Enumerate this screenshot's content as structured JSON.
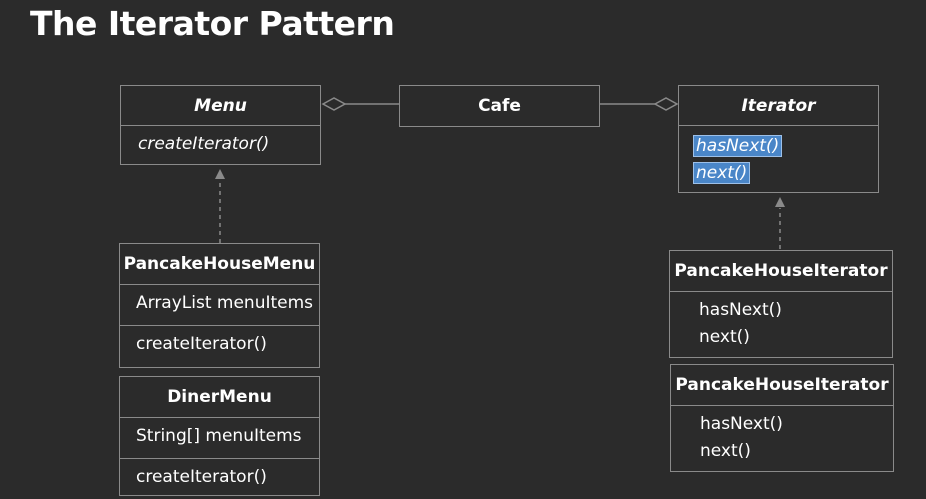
{
  "title": "The Iterator Pattern",
  "menu": {
    "name": "Menu",
    "methods": [
      "createIterator()"
    ]
  },
  "cafe": {
    "name": "Cafe"
  },
  "iterator": {
    "name": "Iterator",
    "methods": [
      "hasNext()",
      "next()"
    ]
  },
  "pancake_menu": {
    "name": "PancakeHouseMenu",
    "fields": [
      "ArrayList menuItems"
    ],
    "methods": [
      "createIterator()"
    ]
  },
  "diner_menu": {
    "name": "DinerMenu",
    "fields": [
      "String[] menuItems"
    ],
    "methods": [
      "createIterator()"
    ]
  },
  "pancake_iterator_1": {
    "name": "PancakeHouseIterator",
    "methods": [
      "hasNext()",
      "next()"
    ]
  },
  "pancake_iterator_2": {
    "name": "PancakeHouseIterator",
    "methods": [
      "hasNext()",
      "next()"
    ]
  },
  "colors": {
    "background": "#2b2b2b",
    "border": "#8a8a8a",
    "highlight": "#4a86c8",
    "connector": "#8a8a8a"
  }
}
